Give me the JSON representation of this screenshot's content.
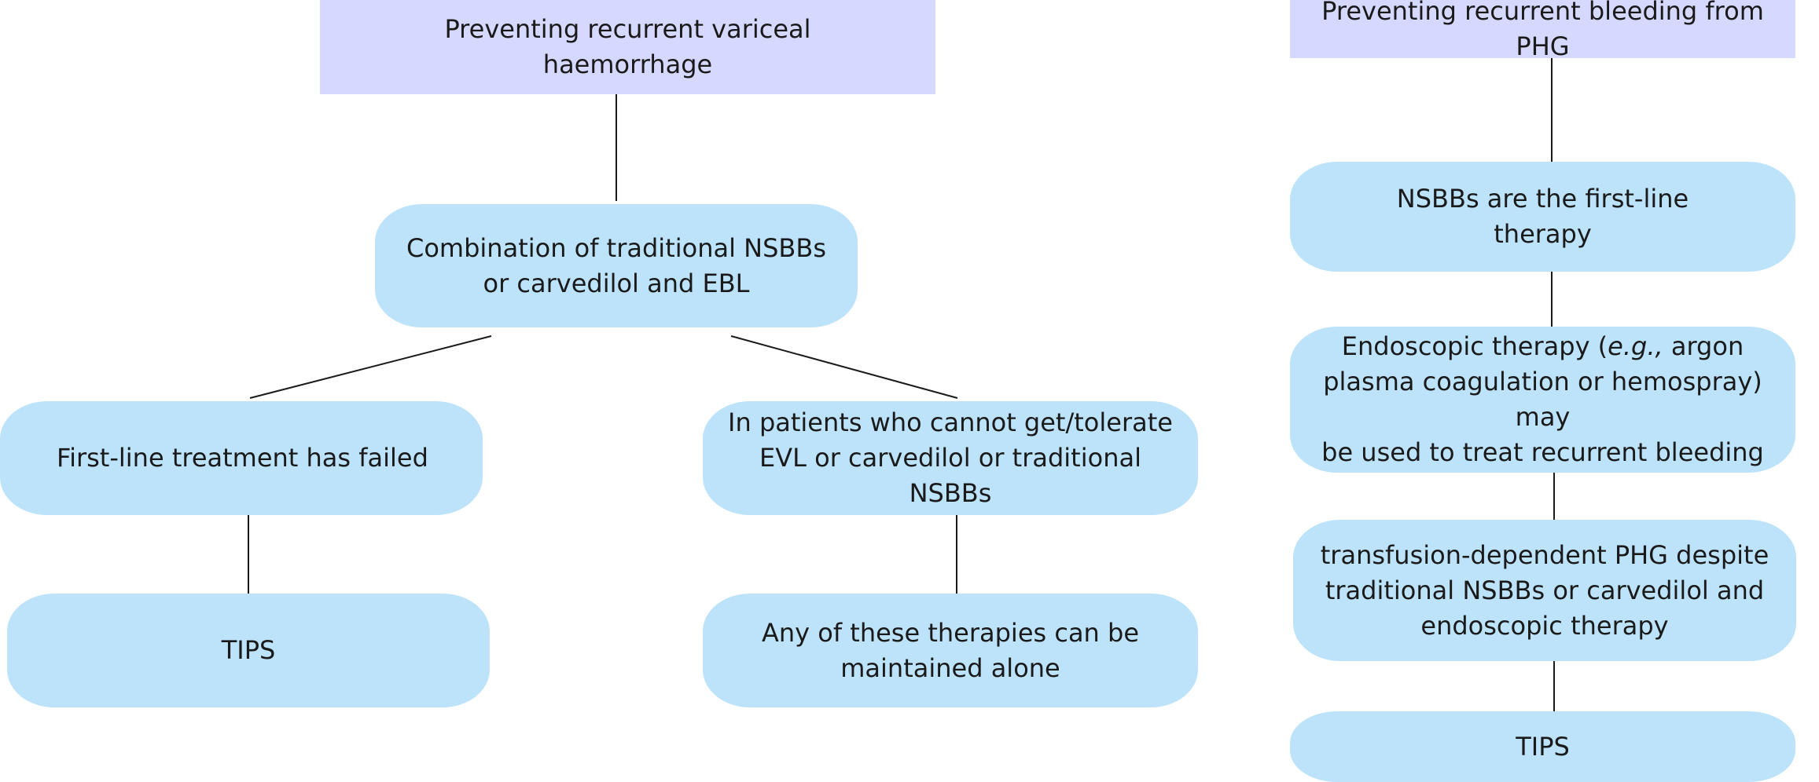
{
  "left_tree": {
    "header": {
      "line1": "Preventing recurrent variceal",
      "line2": "haemorrhage"
    },
    "combination": {
      "line1": "Combination of traditional NSBBs",
      "line2": "or carvedilol and EBL"
    },
    "failed": {
      "text": "First-line treatment has failed"
    },
    "tips": {
      "text": "TIPS"
    },
    "cannot_tolerate": {
      "line1": "In patients who cannot get/tolerate",
      "line2": "EVL or carvedilol or traditional NSBBs"
    },
    "maintained": {
      "line1": "Any of these therapies can be",
      "line2": "maintained alone"
    }
  },
  "right_tree": {
    "header": {
      "text": "Preventing recurrent bleeding from PHG"
    },
    "first_line": {
      "line1": "NSBBs are the first-line",
      "line2": "therapy"
    },
    "endoscopic": {
      "line1_prefix": "Endoscopic therapy (",
      "line1_italic": "e.g.,",
      "line1_suffix": " argon",
      "line2": "plasma coagulation or hemospray) may",
      "line3": "be used to treat recurrent bleeding"
    },
    "transfusion": {
      "line1": "transfusion-dependent PHG despite",
      "line2": "traditional NSBBs or carvedilol and",
      "line3": "endoscopic therapy"
    },
    "tips": {
      "text": "TIPS"
    }
  },
  "colors": {
    "header_fill": "#d6d9ff",
    "node_fill": "#bde3fb",
    "connector": "#1a1a1a",
    "text": "#1a1a1a"
  }
}
